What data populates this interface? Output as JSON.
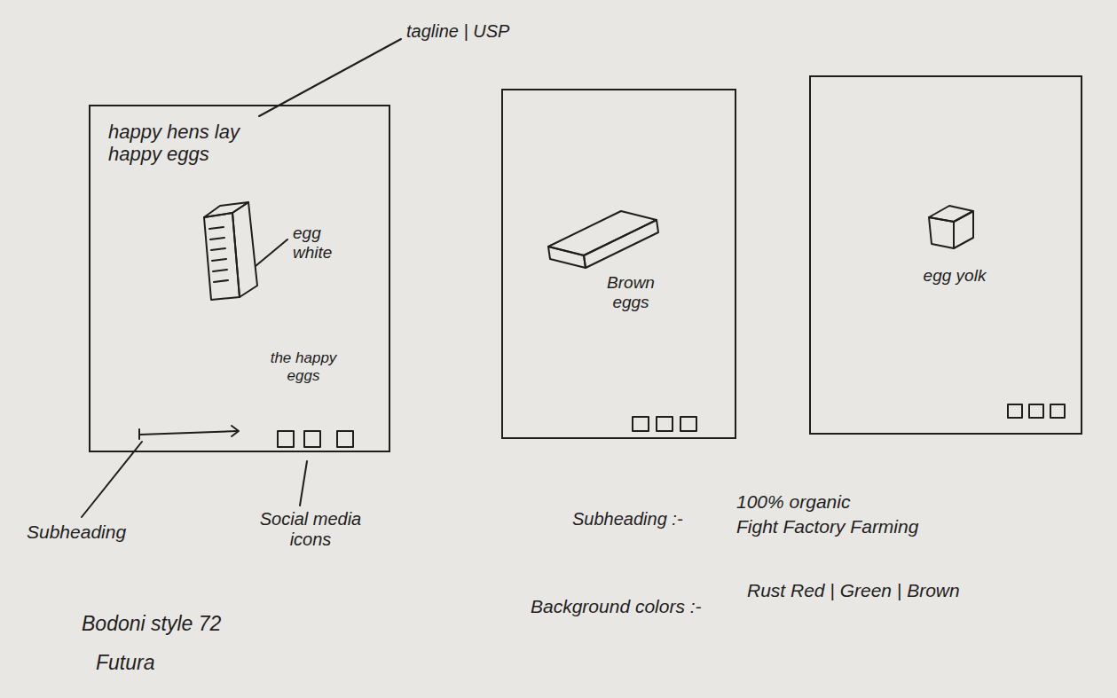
{
  "diagram": {
    "nodes": [
      {
        "text": [
          "happy hens lay happy eggs",
          "egg white",
          "the happy eggs"
        ]
      },
      {
        "text": [
          "Brown eggs"
        ]
      },
      {
        "text": [
          "egg yolk"
        ]
      }
    ],
    "labels": [
      "tagline | USP",
      "Subheading",
      "Social media icons",
      "Subheading :-",
      "100% organic",
      "Fight Factory Farming",
      "Background colors :-",
      "Rust Red | Green | Brown",
      "Bodoni style 72",
      "Futura"
    ]
  }
}
